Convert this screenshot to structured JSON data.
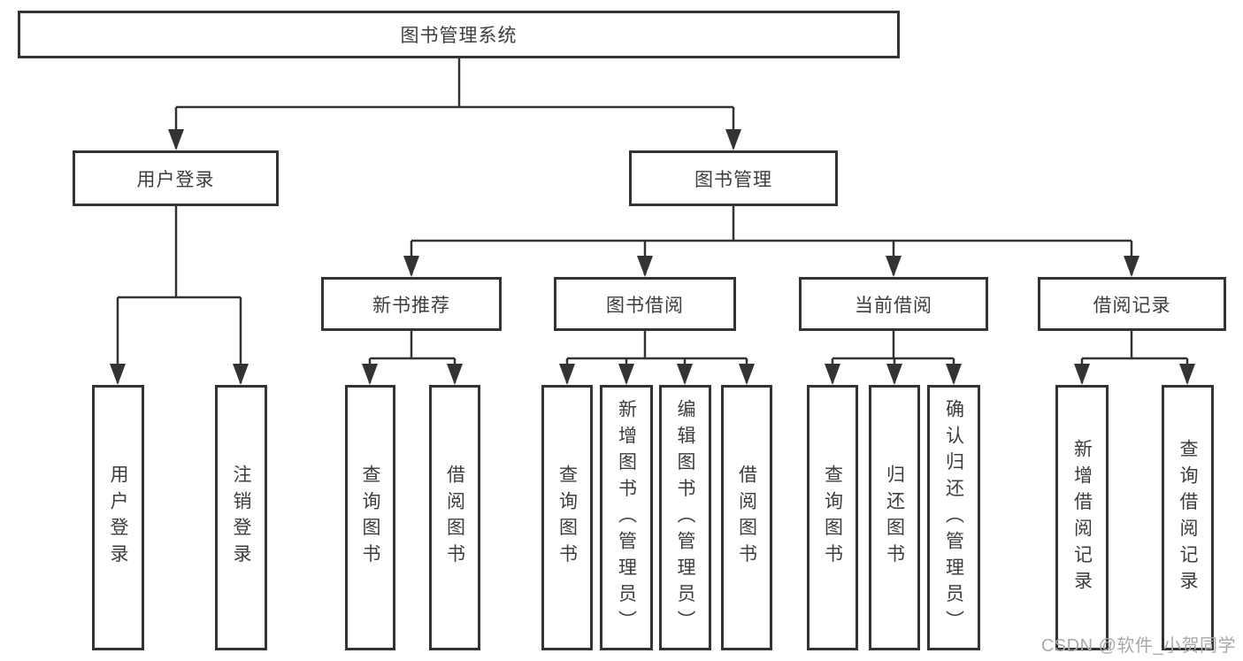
{
  "tree": {
    "label": "图书管理系统",
    "children": [
      {
        "label": "用户登录",
        "children": [
          {
            "label": "用户登录"
          },
          {
            "label": "注销登录"
          }
        ]
      },
      {
        "label": "图书管理",
        "children": [
          {
            "label": "新书推荐",
            "children": [
              {
                "label": "查询图书"
              },
              {
                "label": "借阅图书"
              }
            ]
          },
          {
            "label": "图书借阅",
            "children": [
              {
                "label": "查询图书"
              },
              {
                "label": "新增图书（管理员）"
              },
              {
                "label": "编辑图书（管理员）"
              },
              {
                "label": "借阅图书"
              }
            ]
          },
          {
            "label": "当前借阅",
            "children": [
              {
                "label": "查询图书"
              },
              {
                "label": "归还图书"
              },
              {
                "label": "确认归还（管理员）"
              }
            ]
          },
          {
            "label": "借阅记录",
            "children": [
              {
                "label": "新增借阅记录"
              },
              {
                "label": "查询借阅记录"
              }
            ]
          }
        ]
      }
    ]
  },
  "watermark": {
    "text": "CSDN @软件_小贺同学"
  },
  "colors": {
    "line": "#333333",
    "text": "#3d3d3d",
    "background": "#ffffff",
    "watermark": "#a9a9a9"
  }
}
